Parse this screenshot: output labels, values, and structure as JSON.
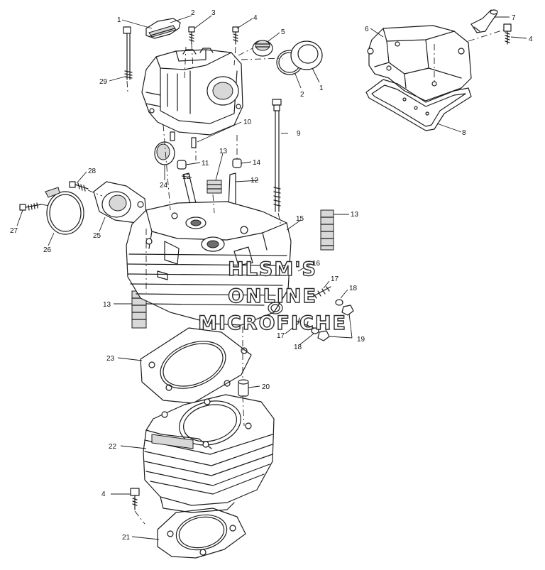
{
  "watermark": {
    "line1": "HLSM'S",
    "line2": "ONLINE",
    "line3": "MICROFICHE"
  },
  "callouts": [
    {
      "id": "c1a",
      "label": "1"
    },
    {
      "id": "c2a",
      "label": "2"
    },
    {
      "id": "c3",
      "label": "3"
    },
    {
      "id": "c4a",
      "label": "4"
    },
    {
      "id": "c5",
      "label": "5"
    },
    {
      "id": "c1b",
      "label": "1"
    },
    {
      "id": "c2b",
      "label": "2"
    },
    {
      "id": "c29",
      "label": "29"
    },
    {
      "id": "c10",
      "label": "10"
    },
    {
      "id": "c9",
      "label": "9"
    },
    {
      "id": "c6",
      "label": "6"
    },
    {
      "id": "c7",
      "label": "7"
    },
    {
      "id": "c4b",
      "label": "4"
    },
    {
      "id": "c8",
      "label": "8"
    },
    {
      "id": "c11",
      "label": "11"
    },
    {
      "id": "c14",
      "label": "14"
    },
    {
      "id": "c13a",
      "label": "13"
    },
    {
      "id": "c12a",
      "label": "12"
    },
    {
      "id": "c12b",
      "label": "12"
    },
    {
      "id": "c24",
      "label": "24"
    },
    {
      "id": "c28",
      "label": "28"
    },
    {
      "id": "c27",
      "label": "27"
    },
    {
      "id": "c25",
      "label": "25"
    },
    {
      "id": "c26",
      "label": "26"
    },
    {
      "id": "c13b",
      "label": "13"
    },
    {
      "id": "c15",
      "label": "15"
    },
    {
      "id": "c16",
      "label": "16"
    },
    {
      "id": "c17a",
      "label": "17"
    },
    {
      "id": "c18a",
      "label": "18"
    },
    {
      "id": "c13c",
      "label": "13"
    },
    {
      "id": "c17b",
      "label": "17"
    },
    {
      "id": "c19",
      "label": "19"
    },
    {
      "id": "c18b",
      "label": "18"
    },
    {
      "id": "c23",
      "label": "23"
    },
    {
      "id": "c20",
      "label": "20"
    },
    {
      "id": "c22",
      "label": "22"
    },
    {
      "id": "c4c",
      "label": "4"
    },
    {
      "id": "c21",
      "label": "21"
    }
  ]
}
